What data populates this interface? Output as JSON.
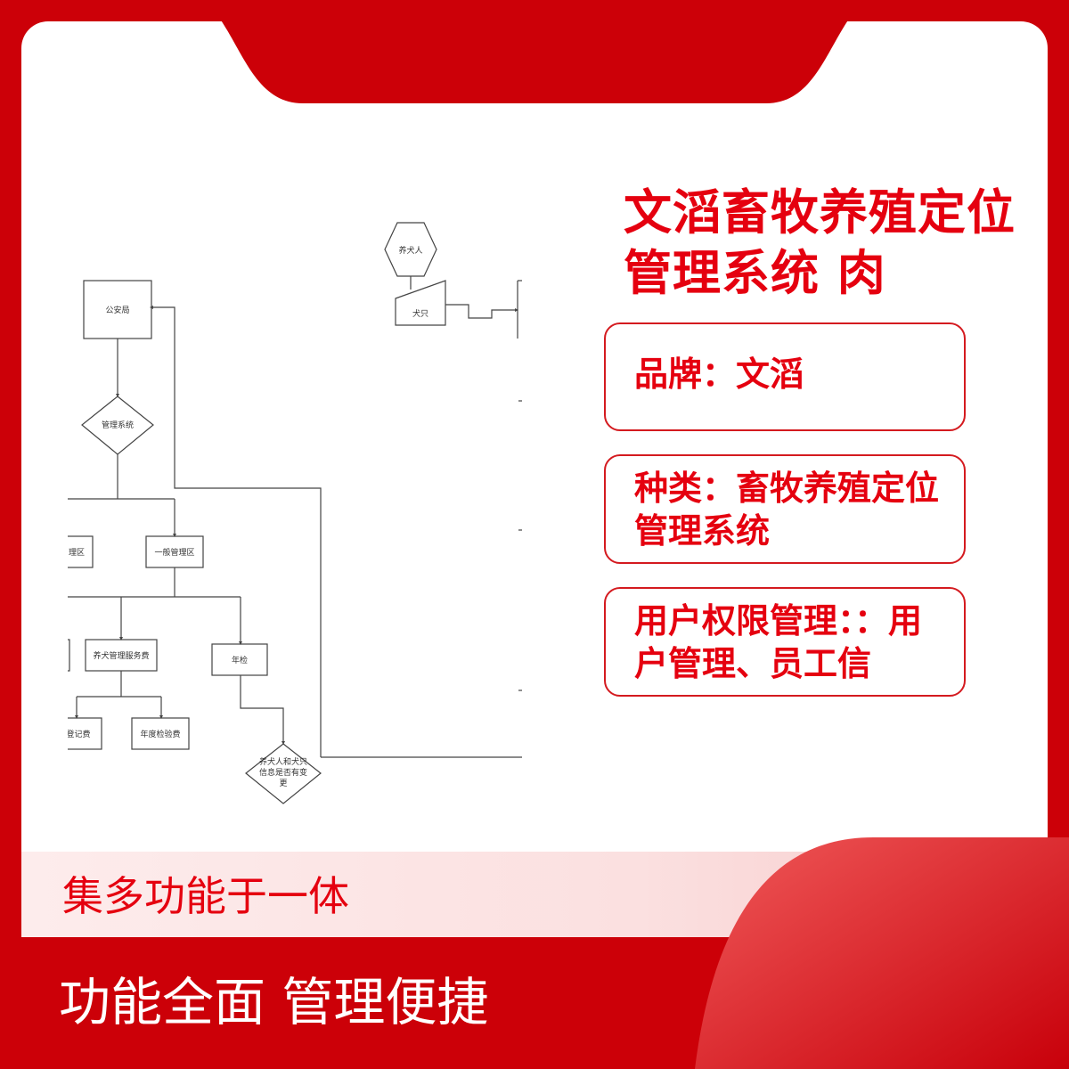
{
  "title": "文滔畜牧养殖定位管理系统 肉",
  "info": {
    "brand": "品牌：文滔",
    "category": "种类：畜牧养殖定位管理系统",
    "permissions": "用户权限管理：：用户管理、员工信"
  },
  "diagram": {
    "nodes": {
      "owner": "养犬人",
      "dog": "犬只",
      "police": "公安局",
      "system": "管理系统",
      "key_zone": "理区",
      "general_zone": "一般管理区",
      "service_fee": "养犬管理服务费",
      "annual_check": "年检",
      "reg_fee": "登记费",
      "annual_fee": "年度检验费",
      "change_1": "养犬人和犬只",
      "change_2": "信息是否有变",
      "change_3": "更"
    }
  },
  "slogans": {
    "primary": "集多功能于一体",
    "secondary": "功能全面 管理便捷"
  },
  "colors": {
    "brand_red": "#e5000f",
    "frame_red": "#cc0008"
  }
}
